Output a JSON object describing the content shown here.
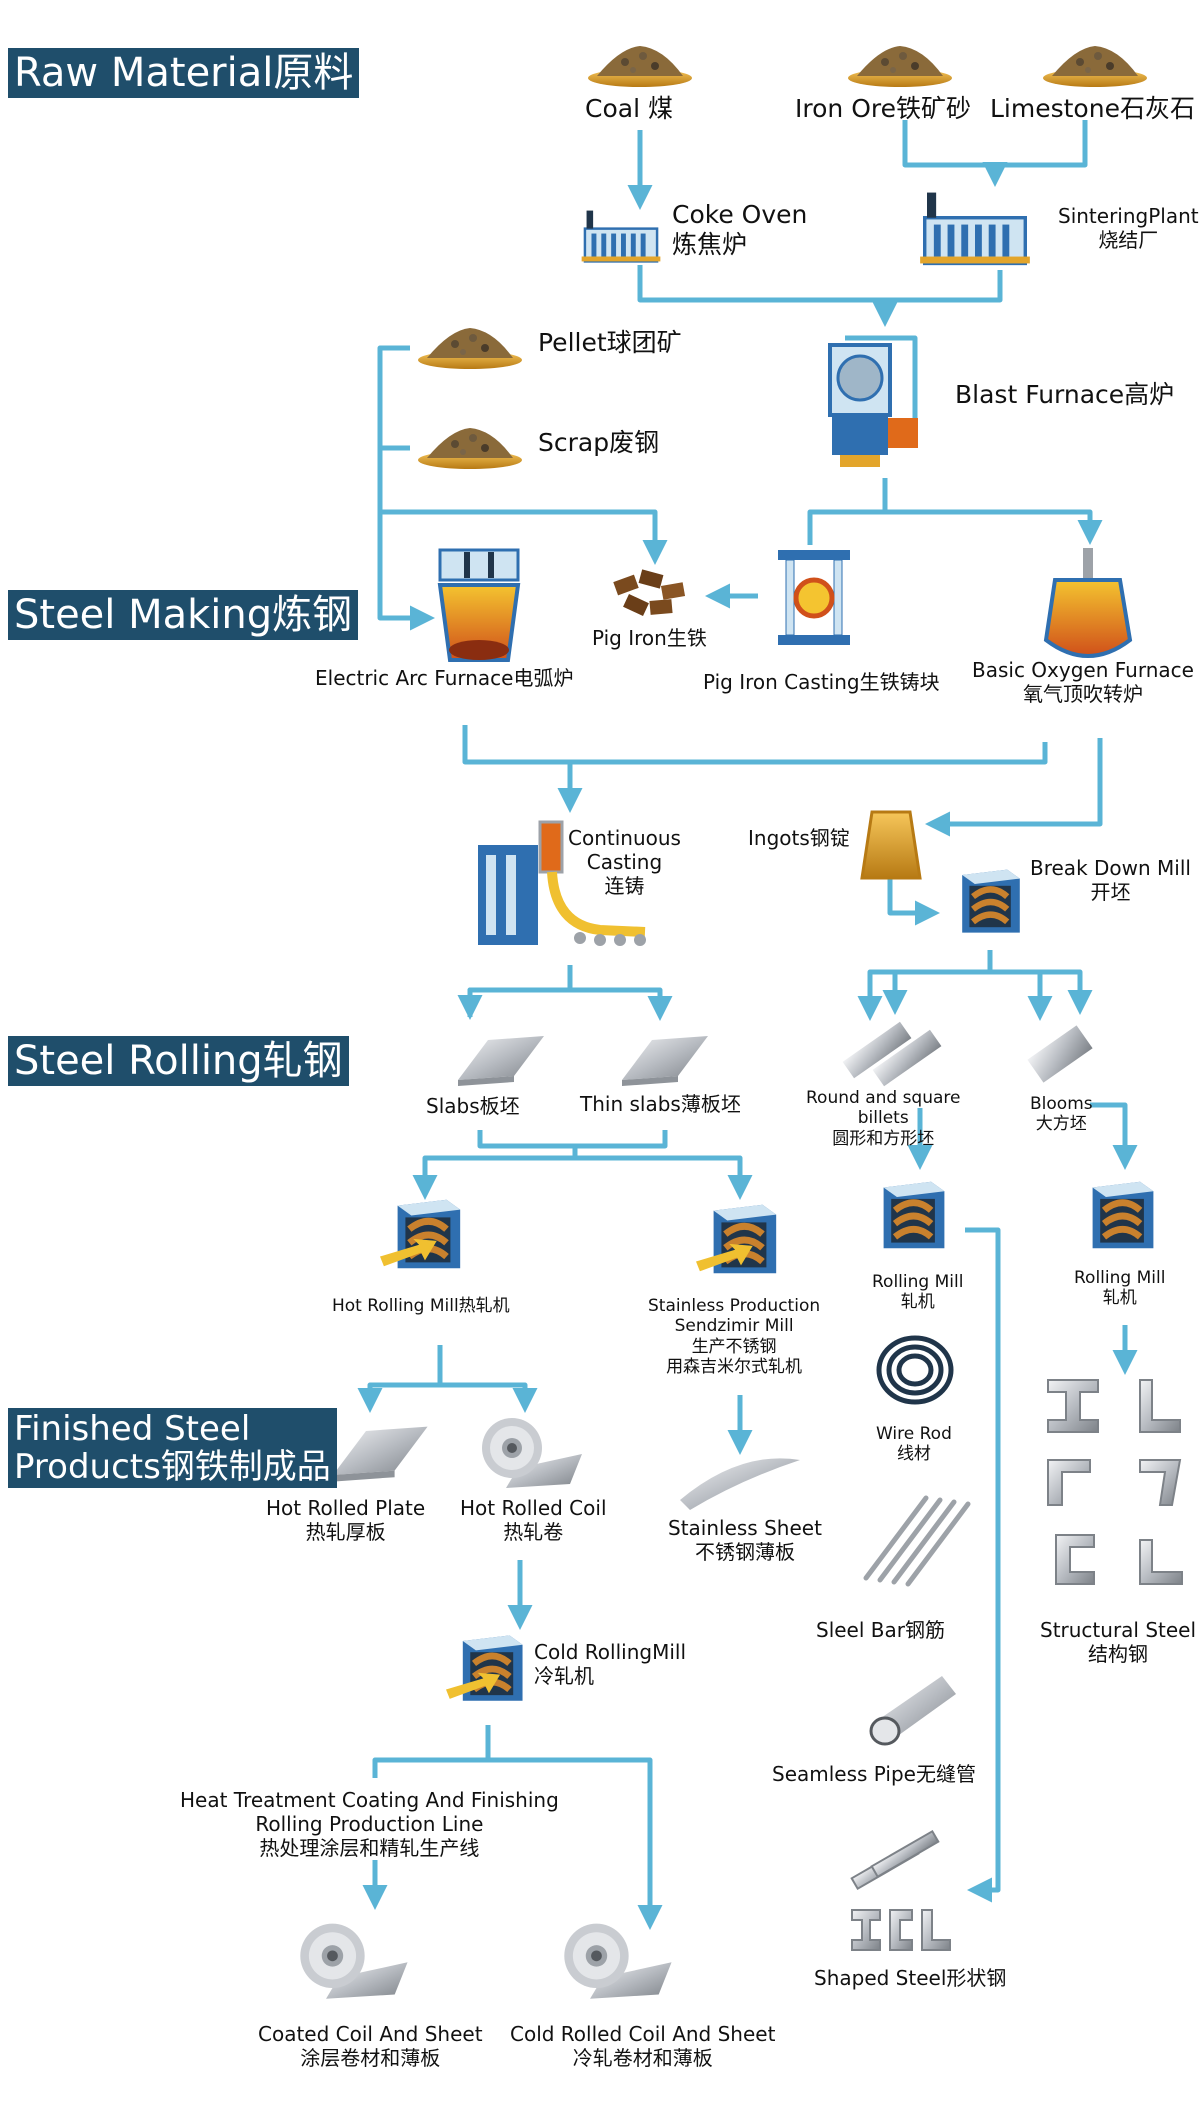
{
  "sections": {
    "raw": "Raw Material原料",
    "making": "Steel Making炼钢",
    "rolling": "Steel Rolling轧钢",
    "finished_line1": "Finished Steel",
    "finished_line2": "Products钢铁制成品"
  },
  "nodes": {
    "coal": "Coal 煤",
    "iron_ore": "Iron Ore铁矿砂",
    "limestone": "Limestone石灰石",
    "coke_oven_en": "Coke Oven",
    "coke_oven_cn": "炼焦炉",
    "sintering_en": "SinteringPlant",
    "sintering_cn": "烧结厂",
    "pellet": "Pellet球团矿",
    "scrap": "Scrap废钢",
    "blast_furnace": "Blast Furnace高炉",
    "eaf": "Electric Arc Furnace电弧炉",
    "pig_iron": "Pig Iron生铁",
    "pig_iron_casting": "Pig Iron Casting生铁铸块",
    "bof_en": "Basic Oxygen Furnace",
    "bof_cn": "氧气顶吹转炉",
    "cc_1": "Continuous",
    "cc_2": "Casting",
    "cc_3": "连铸",
    "ingots": "Ingots钢锭",
    "bdm_en": "Break Down Mill",
    "bdm_cn": "开坯",
    "slabs": "Slabs板坯",
    "thin_slabs": "Thin slabs薄板坯",
    "billets_1": "Round and square",
    "billets_2": "billets",
    "billets_3": "圆形和方形坯",
    "blooms_en": "Blooms",
    "blooms_cn": "大方坯",
    "hrm": "Hot Rolling Mill热轧机",
    "sendz_1": "Stainless Production",
    "sendz_2": "Sendzimir Mill",
    "sendz_3": "生产不锈钢",
    "sendz_4": "用森吉米尔式轧机",
    "rm1_en": "Rolling Mill",
    "rm1_cn": "轧机",
    "rm2_en": "Rolling Mill",
    "rm2_cn": "轧机",
    "wire_en": "Wire Rod",
    "wire_cn": "线材",
    "hr_plate_en": "Hot Rolled Plate",
    "hr_plate_cn": "热轧厚板",
    "hr_coil_en": "Hot Rolled Coil",
    "hr_coil_cn": "热轧卷",
    "ss_en": "Stainless Sheet",
    "ss_cn": "不锈钢薄板",
    "steel_bar": "Sleel Bar钢筋",
    "structural_en": "Structural Steel",
    "structural_cn": "结构钢",
    "crm_en": "Cold RollingMill",
    "crm_cn": "冷轧机",
    "seamless": "Seamless Pipe无缝管",
    "heat_1": "Heat Treatment Coating And Finishing",
    "heat_2": "Rolling Production Line",
    "heat_3": "热处理涂层和精轧生产线",
    "shaped": "Shaped Steel形状钢",
    "coated_en": "Coated Coil And Sheet",
    "coated_cn": "涂层卷材和薄板",
    "cold_en": "Cold Rolled Coil And Sheet",
    "cold_cn": "冷轧卷材和薄板"
  },
  "colors": {
    "line": "#5ab4d6",
    "band": "#1f4e6b",
    "gold": "#e3a52b",
    "machine_blue": "#2f6fb0",
    "machine_light": "#cfe4f2",
    "furnace_orange": "#e06a1a",
    "steel_grey": "#b8bcc2"
  }
}
